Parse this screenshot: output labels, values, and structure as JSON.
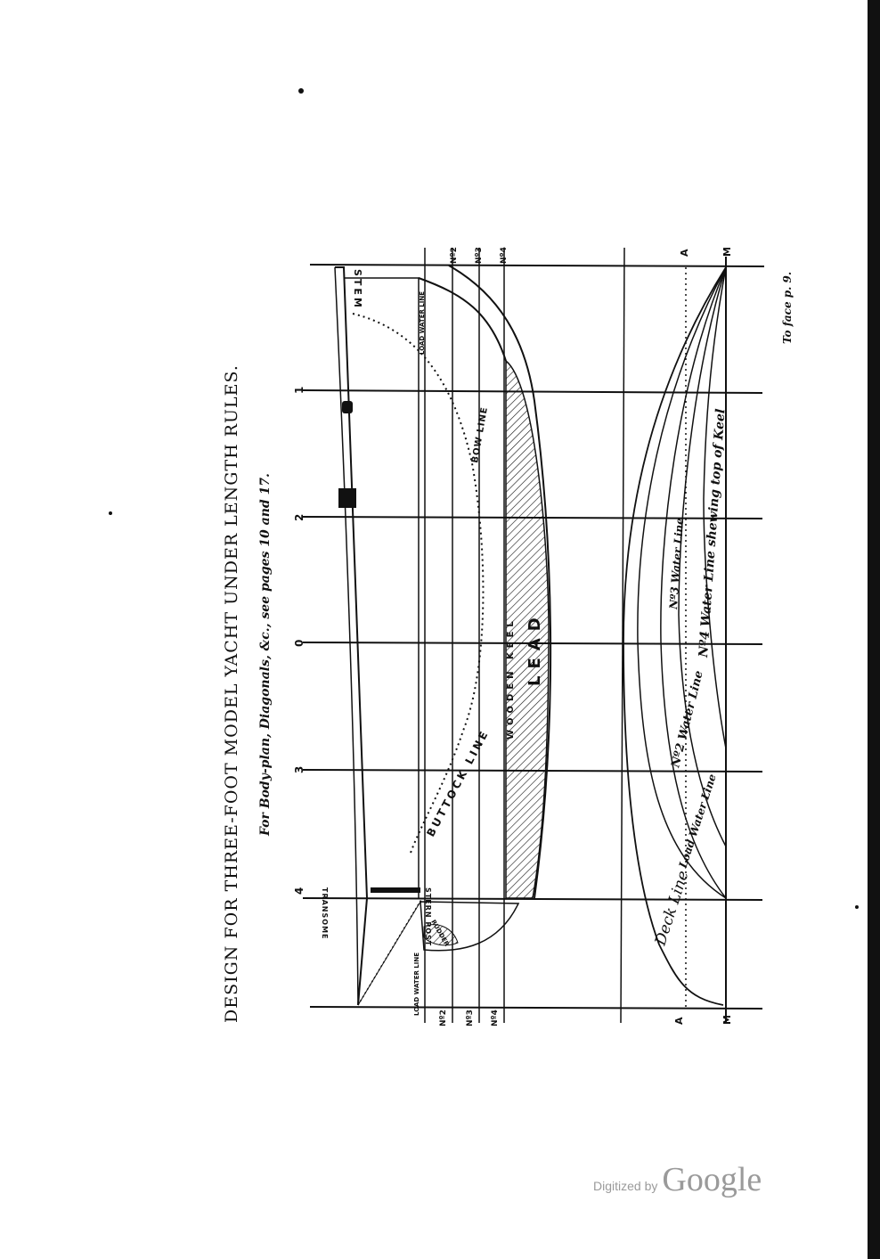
{
  "page": {
    "title": "DESIGN FOR THREE-FOOT MODEL YACHT UNDER LENGTH RULES.",
    "subtitle": "For Body-plan, Diagonals, &c., see pages 10 and 17.",
    "face_note": "To face p. 9.",
    "footer": {
      "digitized_by": "Digitized by",
      "brand": "Google"
    }
  },
  "stations": [
    "4",
    "3",
    "0",
    "2",
    "1"
  ],
  "profile_labels": {
    "stem": "STEM",
    "transome": "TRANSOME",
    "stern_post": "STERN POST",
    "rudder": "RUDDER",
    "load_water_line_fwd": "LOAD WATER LINE",
    "load_water_line_aft": "LOAD WATER LINE",
    "bow_line": "BOW LINE",
    "buttock_line": "BUTTOCK LINE",
    "wooden_keel": "WOODEN KEEL",
    "lead": "LEAD",
    "wl_fwd": [
      "Nº2",
      "Nº3",
      "Nº4"
    ],
    "wl_aft": [
      "Nº2",
      "Nº3",
      "Nº4"
    ]
  },
  "plan_labels": {
    "deck_line": "Deck Line",
    "load_water_line": "Load Water Line",
    "wl2": "Nº2 Water Line",
    "wl3": "Nº3 Water Line",
    "wl4": "Nº4 Water Line shewing top of Keel",
    "a_left": "A",
    "a_right": "A",
    "m_left": "M",
    "m_right": "M"
  }
}
